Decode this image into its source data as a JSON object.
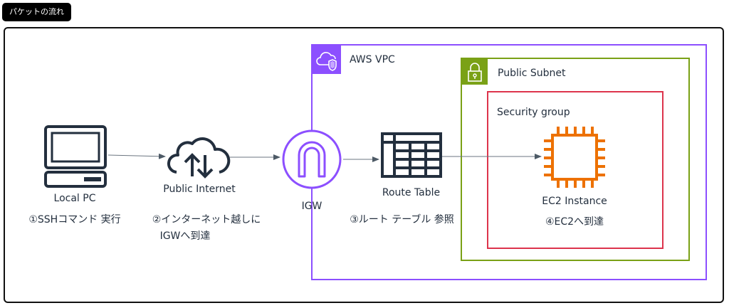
{
  "title": "パケットの流れ",
  "containers": {
    "vpc": {
      "label": "AWS VPC",
      "color": "#8c4fff"
    },
    "subnet": {
      "label": "Public Subnet",
      "color": "#7aa116"
    },
    "security_group": {
      "label": "Security group",
      "color": "#dd344c"
    }
  },
  "nodes": {
    "local_pc": {
      "label": "Local PC",
      "step": "①SSHコマンド 実行"
    },
    "internet": {
      "label": "Public Internet",
      "step_line1": "②インターネット越しに",
      "step_line2": "IGWへ到達"
    },
    "igw": {
      "label": "IGW",
      "color": "#8c4fff"
    },
    "route_table": {
      "label": "Route Table",
      "step": "③ルート テーブル 参照"
    },
    "ec2": {
      "label": "EC2 Instance",
      "step": "④EC2へ到達",
      "color": "#ed7100"
    }
  },
  "edges": [
    {
      "from": "local_pc",
      "to": "internet"
    },
    {
      "from": "internet",
      "to": "igw"
    },
    {
      "from": "igw",
      "to": "route_table"
    },
    {
      "from": "route_table",
      "to": "ec2"
    }
  ]
}
